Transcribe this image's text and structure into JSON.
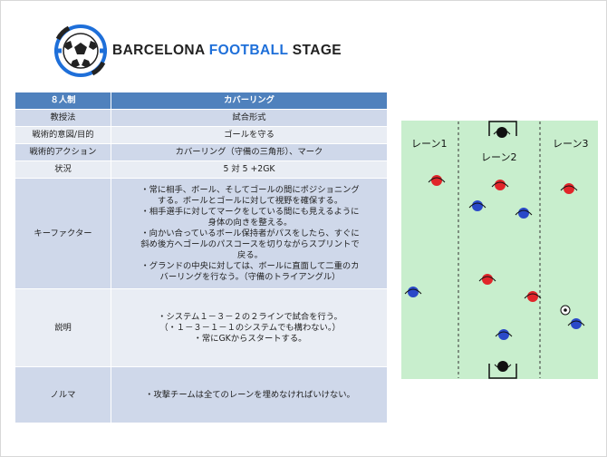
{
  "header": {
    "brand_part1": "BARCELONA ",
    "brand_accent": "FOOTBALL",
    "brand_part2": " STAGE"
  },
  "table": {
    "header": {
      "label": "８人制",
      "value": "カバーリング"
    },
    "rows": [
      {
        "label": "教授法",
        "value": "試合形式"
      },
      {
        "label": "戦術的意図/目的",
        "value": "ゴールを守る"
      },
      {
        "label": "戦術的アクション",
        "value": "カバーリング（守備の三角形）、マーク"
      },
      {
        "label": "状況",
        "value": "5 対 5 +2GK"
      }
    ],
    "key_factor": {
      "label": "キーファクター",
      "lines": [
        "・常に相手、ボール、そしてゴールの間にポジショニング",
        "する。ボールとゴールに対して視野を確保する。",
        "・相手選手に対してマークをしている間にも見えるように",
        "身体の向きを整える。",
        "・向かい合っているボール保持者がパスをしたら、すぐに",
        "斜め後方へゴールのパスコースを切りながらスプリントで",
        "戻る。",
        "・グランドの中央に対しては、ボールに直面して二重のカ",
        "バーリングを行なう。（守備のトライアングル）"
      ]
    },
    "explanation": {
      "label": "説明",
      "lines": [
        "・システム１－３－２の２ラインで試合を行う。",
        "（・１－３－１－１のシステムでも構わない。）",
        "・常にGKからスタートする。"
      ]
    },
    "quota": {
      "label": "ノルマ",
      "lines": [
        "・攻撃チームは全てのレーンを埋めなければいけない。"
      ]
    }
  },
  "pitch": {
    "lane1": "レーン1",
    "lane2": "レーン2",
    "lane3": "レーン3",
    "colors": {
      "grass": "#c8eecd",
      "red": "#e1252a",
      "blue": "#2a49c8",
      "gk": "#111111"
    }
  }
}
